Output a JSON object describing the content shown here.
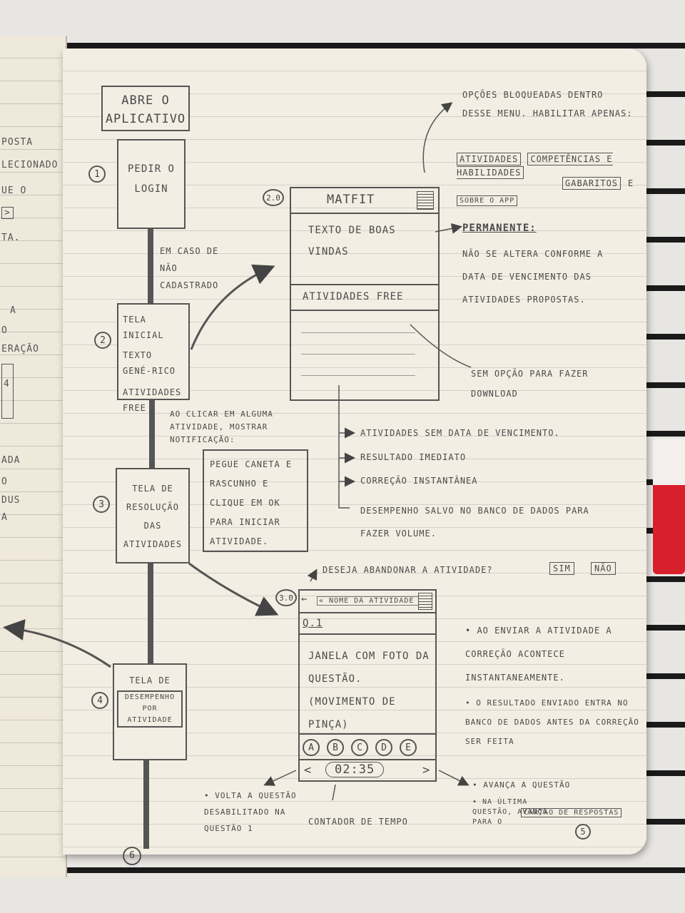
{
  "flow": {
    "start": "ABRE O APLICATIVO",
    "step1": {
      "num": "1",
      "label": "PEDIR O LOGIN"
    },
    "note_login": "EM CASO DE NÃO CADASTRADO",
    "step2": {
      "num": "2",
      "line1": "TELA INICIAL",
      "line2": "TEXTO GENÉ-RICO",
      "line3": "ATIVIDADES FREE"
    },
    "note_click": "AO CLICAR EM ALGUMA ATIVIDADE, MOSTRAR NOTIFICAÇÃO:",
    "notification": "PEGUE CANETA E RASCUNHO E CLIQUE EM OK PARA INICIAR ATIVIDADE.",
    "step3": {
      "num": "3",
      "label": "TELA DE RESOLUÇÃO DAS ATIVIDADES"
    },
    "step4": {
      "num": "4",
      "label1": "TELA DE",
      "label2": "DESEMPENHO POR ATIVIDADE"
    },
    "step6": {
      "num": "6"
    }
  },
  "screen20": {
    "num": "2.0",
    "title": "MATFIT",
    "welcome": "TEXTO DE BOAS VINDAS",
    "section": "ATIVIDADES FREE"
  },
  "notes_right": {
    "menu": "OPÇÕES BLOQUEADAS DENTRO DESSE MENU. HABILITAR APENAS:",
    "opt1": "ATIVIDADES",
    "opt2": "COMPETÊNCIAS E HABILIDADES",
    "opt3": "GABARITOS",
    "and": "E",
    "opt4": "SOBRE O APP",
    "permanent_label": "PERMANENTE:",
    "permanent_text": "NÃO SE ALTERA CONFORME A DATA DE VENCIMENTO DAS ATIVIDADES PROPOSTAS.",
    "no_download": "SEM OPÇÃO PARA FAZER DOWNLOAD"
  },
  "features": [
    "ATIVIDADES SEM DATA DE VENCIMENTO.",
    "RESULTADO IMEDIATO",
    "CORREÇÃO INSTANTÂNEA",
    "DESEMPENHO SALVO NO BANCO DE DADOS PARA FAZER VOLUME."
  ],
  "abandon": {
    "question": "DESEJA ABANDONAR A ATIVIDADE?",
    "yes": "SIM",
    "no": "NÃO"
  },
  "screen30": {
    "num": "3.0",
    "back": "←",
    "title": "« NOME DA ATIVIDADE »",
    "q": "Q.1",
    "body": "JANELA COM FOTO DA QUESTÃO. (MOVIMENTO DE PINÇA)",
    "options": [
      "A",
      "B",
      "C",
      "D",
      "E"
    ],
    "prev": "<",
    "timer": "02:35",
    "next": ">"
  },
  "notes_bottom": {
    "send": "• AO ENVIAR A ATIVIDADE A CORREÇÃO ACONTECE INSTANTANEAMENTE.",
    "result": "• O RESULTADO ENVIADO ENTRA NO BANCO DE DADOS ANTES DA CORREÇÃO SER FEITA",
    "back_note": "• VOLTA A QUESTÃO DESABILITADO NA QUESTÃO 1",
    "timer_note": "CONTADOR DE TEMPO",
    "advance": "• AVANÇA A QUESTÃO",
    "last": "• NA ÚLTIMA QUESTÃO, AVANÇA PARA O",
    "last_box": "CARTÃO DE RESPOSTAS",
    "five": "5"
  },
  "left_fragments": [
    "POSTA",
    "LECIONADO",
    "UE O",
    ">",
    "TA.",
    "A",
    "O",
    "ERAÇÃO",
    "4",
    "ADA",
    "O",
    "DUS",
    "A"
  ]
}
